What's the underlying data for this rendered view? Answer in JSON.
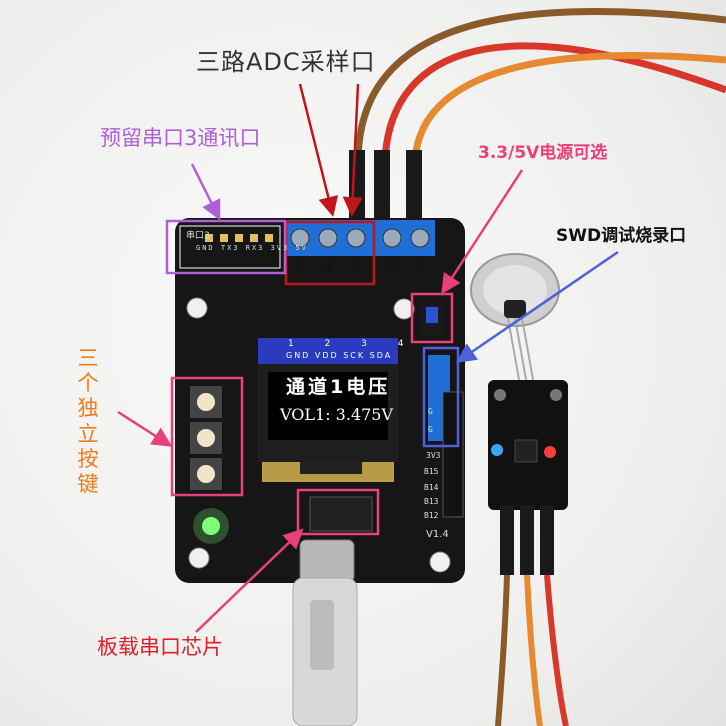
{
  "annotations": {
    "adc": "三路ADC采样口",
    "uart3": "预留串口3通讯口",
    "power_select": "3.3/5V电源可选",
    "swd": "SWD调试烧录口",
    "keys": "三个独立按键",
    "usb_chip": "板载串口芯片"
  },
  "oled": {
    "line1": "通道1电压",
    "line2": "VOL1: 3.475V",
    "pins": "GND VDD SCK SDA",
    "pin_numbers": "1 2 3 4"
  },
  "terminal": {
    "labels": [
      "3",
      "2",
      "1",
      "负",
      "正"
    ]
  },
  "board": {
    "version": "V1.4",
    "uart_header_side": "串口3",
    "uart_header_pins": "GND TX3 RX3 3V3 5V",
    "side_pins": [
      "G",
      "G",
      "3V3",
      "B15",
      "B14",
      "B13",
      "B12"
    ]
  },
  "colors": {
    "annotation_adc_line": "#c0151a",
    "annotation_uart3": "#b05fd8",
    "annotation_power": "#e8407a",
    "annotation_swd": "#5060d8",
    "annotation_keys": "#e8407a",
    "annotation_chip": "#e0202a",
    "pcb": "#161616",
    "terminal_block": "#1f6fd6",
    "oled_header": "#2a3bbf"
  }
}
